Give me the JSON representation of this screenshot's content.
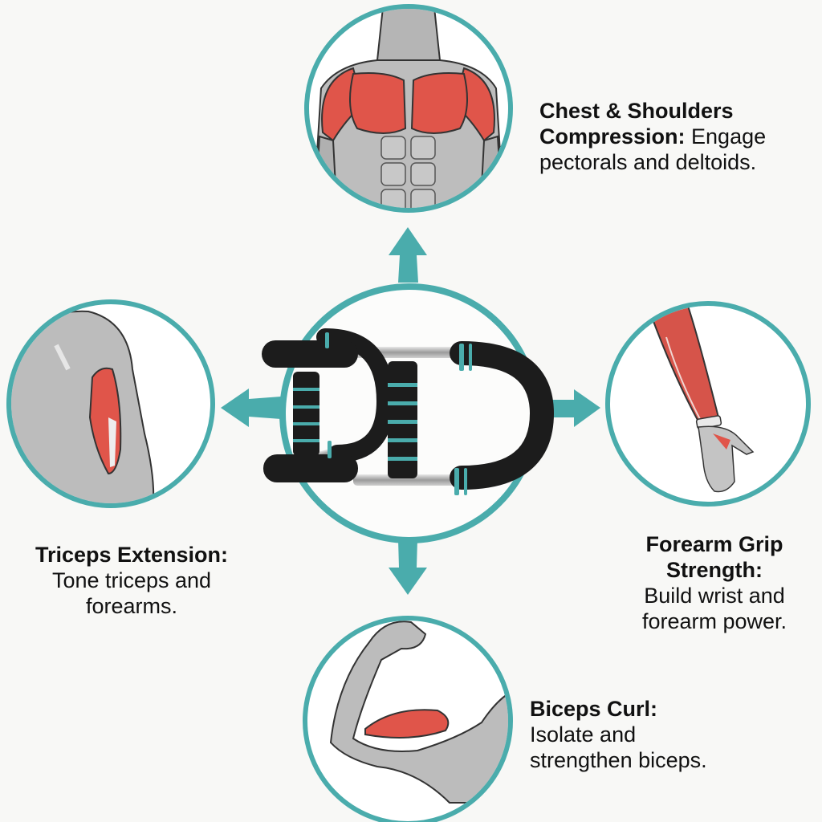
{
  "colors": {
    "accent_teal": "#4aacac",
    "muscle_red": "#e0554a",
    "muscle_gray": "#b8b8b8",
    "equipment_black": "#1c1c1c",
    "background": "#f8f8f6"
  },
  "center": {
    "equipment": "push-up bar / multi-grip trainer",
    "icon": "push-up-bar-icon"
  },
  "panels": [
    {
      "id": "chest",
      "position": "top",
      "title": "Chest & Shoulders Compression:",
      "description": "Engage pectorals and deltoids.",
      "title_line1": "Chest & Shoulders",
      "title_line2": "Compression:",
      "desc_inline": " Engage",
      "desc_line2": "pectorals and deltoids.",
      "icon": "chest-shoulders-anatomy-icon",
      "arrow": "arrow-up-icon"
    },
    {
      "id": "triceps",
      "position": "left",
      "title": "Triceps Extension:",
      "description": "Tone triceps and forearms.",
      "desc_line1": "Tone triceps and",
      "desc_line2": "forearms.",
      "icon": "triceps-anatomy-icon",
      "arrow": "arrow-left-icon"
    },
    {
      "id": "forearm",
      "position": "right",
      "title": "Forearm Grip Strength:",
      "description": "Build wrist and forearm power.",
      "title_line1": "Forearm Grip",
      "title_line2": "Strength:",
      "desc_line1": "Build wrist and",
      "desc_line2": "forearm power.",
      "icon": "forearm-anatomy-icon",
      "arrow": "arrow-right-icon"
    },
    {
      "id": "biceps",
      "position": "bottom",
      "title": "Biceps Curl:",
      "description": "Isolate and strengthen biceps.",
      "desc_line1": "Isolate and",
      "desc_line2": "strengthen biceps.",
      "icon": "biceps-anatomy-icon",
      "arrow": "arrow-down-icon"
    }
  ]
}
